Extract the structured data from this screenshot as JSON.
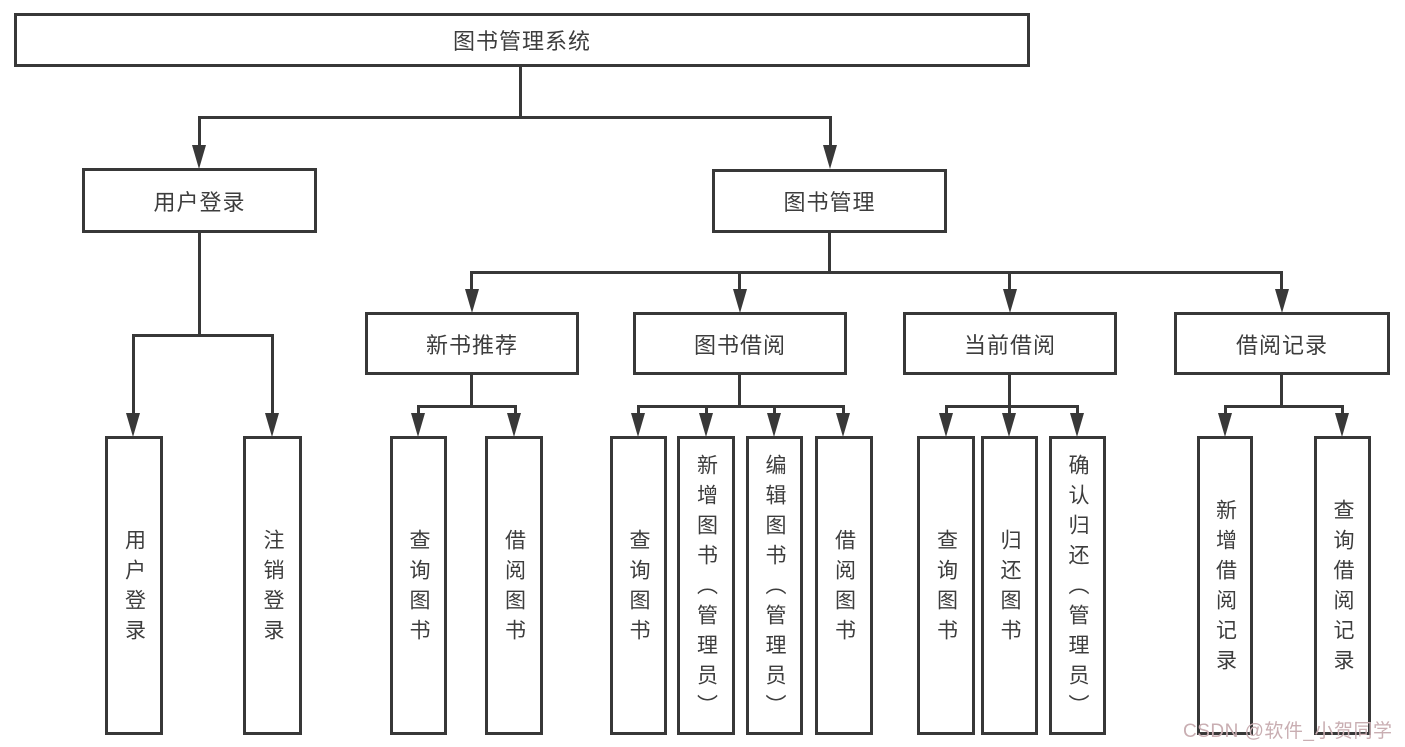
{
  "diagram": {
    "title": "图书管理系统",
    "level1": [
      {
        "label": "用户登录",
        "children": [
          {
            "label": "用户登录"
          },
          {
            "label": "注销登录"
          }
        ]
      },
      {
        "label": "图书管理",
        "children": [
          {
            "label": "新书推荐",
            "children": [
              {
                "label": "查询图书"
              },
              {
                "label": "借阅图书"
              }
            ]
          },
          {
            "label": "图书借阅",
            "children": [
              {
                "label": "查询图书"
              },
              {
                "label": "新增图书（管理员）"
              },
              {
                "label": "编辑图书（管理员）"
              },
              {
                "label": "借阅图书"
              }
            ]
          },
          {
            "label": "当前借阅",
            "children": [
              {
                "label": "查询图书"
              },
              {
                "label": "归还图书"
              },
              {
                "label": "确认归还（管理员）"
              }
            ]
          },
          {
            "label": "借阅记录",
            "children": [
              {
                "label": "新增借阅记录"
              },
              {
                "label": "查询借阅记录"
              }
            ]
          }
        ]
      }
    ]
  },
  "watermark": {
    "text": "CSDN @软件_小贺同学",
    "color": "#c9aeb2"
  },
  "colors": {
    "line": "#383838",
    "text": "#3d3d3d",
    "background": "#ffffff"
  }
}
